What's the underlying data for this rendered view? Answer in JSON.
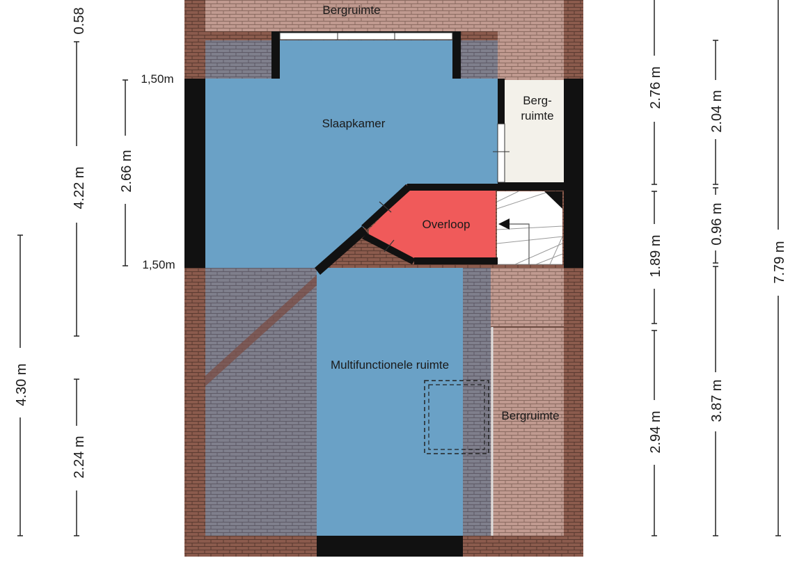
{
  "rooms": {
    "berg_top": "Bergruimte",
    "slaapkamer": "Slaapkamer",
    "berg_right_line1": "Berg-",
    "berg_right_line2": "ruimte",
    "overloop": "Overloop",
    "multi": "Multifunctionele ruimte",
    "berg_bottom_right": "Bergruimte"
  },
  "levels": {
    "upper": "1,50m",
    "lower": "1,50m"
  },
  "dimensions": {
    "left_outer": "4.30 m",
    "left_mid_top": "0.58",
    "left_mid_main": "4.22 m",
    "left_mid_bottom": "2.24 m",
    "left_inner": "2.66 m",
    "right1_top": "2.76 m",
    "right1_mid": "1.89 m",
    "right1_bottom": "2.94 m",
    "right2_top": "2.04 m",
    "right2_mid": "0.96 m",
    "right2_bottom": "3.87 m",
    "right3_total": "7.79 m"
  },
  "colors": {
    "room_blue": "#6aa1c6",
    "landing_red": "#f05a5a",
    "roof_tile": "#8a5a4c",
    "wall": "#111111",
    "storage_light": "#f3f1ea"
  }
}
